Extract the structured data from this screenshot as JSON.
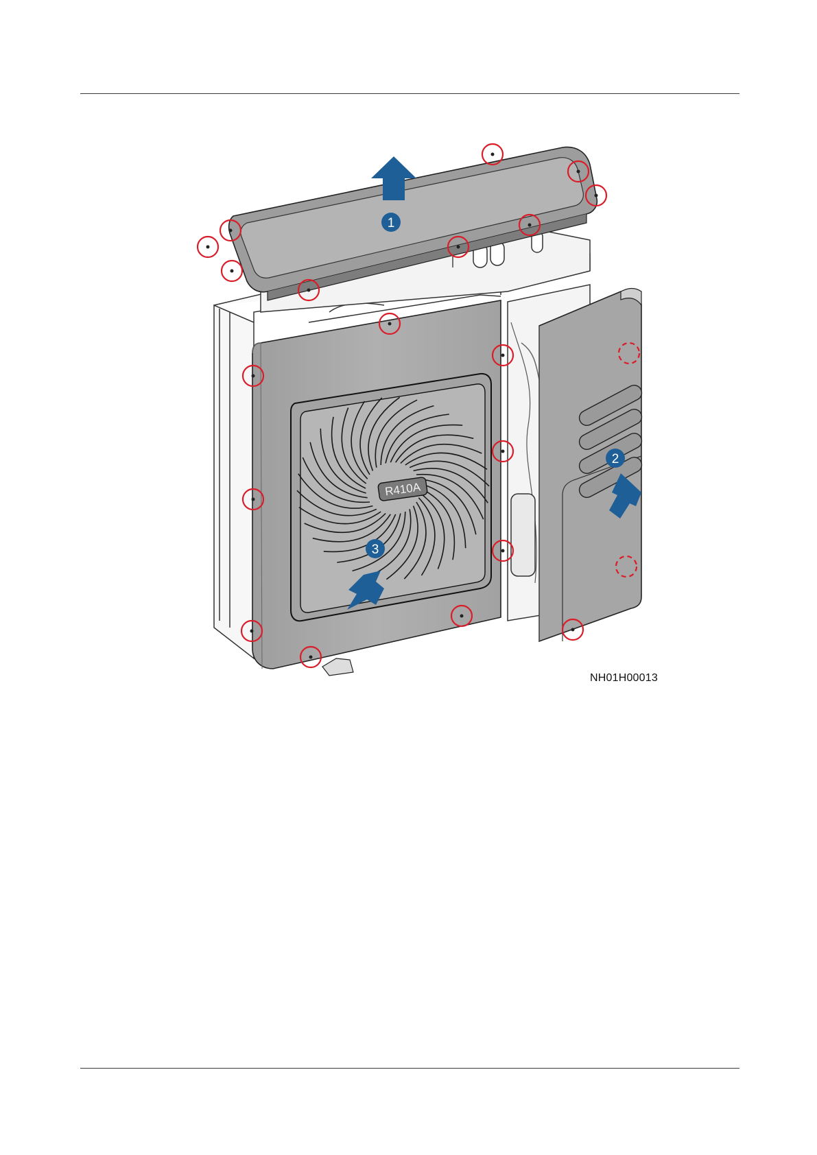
{
  "figure": {
    "code": "NH01H00013",
    "badge_color": "#1f5f98",
    "arrow_color": "#1f5f98",
    "screw_marker_color": "#d91e2a",
    "panel_color": "#ababab",
    "steps": [
      {
        "number": "1",
        "action": "lift top cover upward"
      },
      {
        "number": "2",
        "action": "remove right side panel outward"
      },
      {
        "number": "3",
        "action": "remove front panel forward"
      }
    ],
    "fan_label": "R410A"
  }
}
